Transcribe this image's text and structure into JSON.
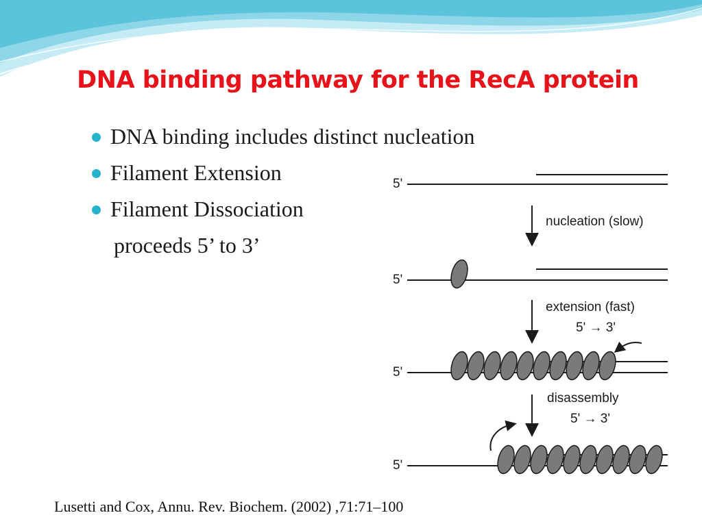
{
  "slide": {
    "title": "DNA binding pathway for the RecA protein",
    "bullets": [
      "DNA binding includes distinct nucleation",
      "Filament Extension",
      "Filament Dissociation"
    ],
    "continuation": "proceeds 5’ to 3’",
    "citation": "Lusetti and Cox, Annu. Rev. Biochem. (2002) ,71:71–100"
  },
  "diagram": {
    "strand_label": "5'",
    "steps": [
      {
        "label": "nucleation (slow)",
        "sublabel": ""
      },
      {
        "label": "extension (fast)",
        "sublabel": "5' → 3'"
      },
      {
        "label": "disassembly",
        "sublabel": "5' → 3'"
      }
    ]
  },
  "colors": {
    "title": "#e8121b",
    "bullet": "#24b4cc",
    "protein": "#7a7a7a",
    "header_wave": "#9fdcea"
  }
}
